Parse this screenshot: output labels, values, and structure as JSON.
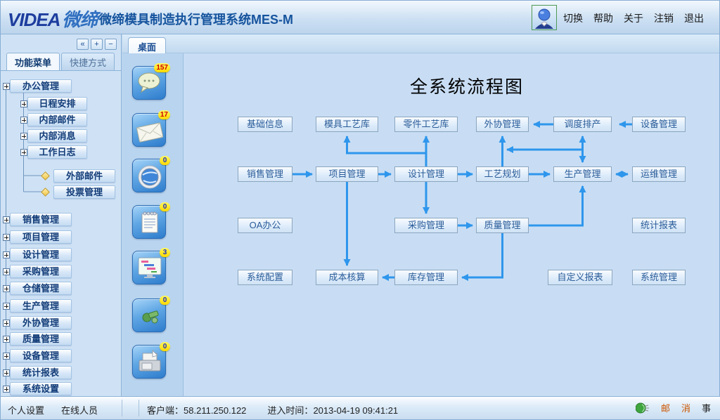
{
  "header": {
    "logo_en": "VIDEA",
    "logo_cn": "微缔",
    "title": "微缔模具制造执行管理系统MES-M",
    "links": [
      "切换",
      "帮助",
      "关于",
      "注销",
      "退出"
    ]
  },
  "sidebar": {
    "toolbar": {
      "collapse": "«",
      "plus": "+",
      "minus": "−"
    },
    "tabs": [
      "功能菜单",
      "快捷方式"
    ],
    "tree": {
      "root": "办公管理",
      "children": [
        "日程安排",
        "内部邮件",
        "内部消息",
        "工作日志"
      ],
      "leaves": [
        "外部邮件",
        "投票管理"
      ],
      "items": [
        "销售管理",
        "项目管理",
        "设计管理",
        "采购管理",
        "仓储管理",
        "生产管理",
        "外协管理",
        "质量管理",
        "设备管理",
        "统计报表",
        "系统设置"
      ]
    }
  },
  "icon_strip": [
    {
      "name": "chat",
      "badge": "157"
    },
    {
      "name": "mail",
      "badge": "17"
    },
    {
      "name": "web",
      "badge": "0"
    },
    {
      "name": "notes",
      "badge": "0"
    },
    {
      "name": "plan",
      "badge": "3"
    },
    {
      "name": "tools",
      "badge": "0"
    },
    {
      "name": "print",
      "badge": "0"
    }
  ],
  "main": {
    "tab": "桌面"
  },
  "flowchart": {
    "title": "全系统流程图",
    "nodes": [
      {
        "label": "基础信息"
      },
      {
        "label": "模具工艺库"
      },
      {
        "label": "零件工艺库"
      },
      {
        "label": "外协管理"
      },
      {
        "label": "调度排产"
      },
      {
        "label": "设备管理"
      },
      {
        "label": "销售管理"
      },
      {
        "label": "项目管理"
      },
      {
        "label": "设计管理"
      },
      {
        "label": "工艺规划"
      },
      {
        "label": "生产管理"
      },
      {
        "label": "运维管理"
      },
      {
        "label": "OA办公"
      },
      {
        "label": "采购管理"
      },
      {
        "label": "质量管理"
      },
      {
        "label": "统计报表"
      },
      {
        "label": "系统配置"
      },
      {
        "label": "成本核算"
      },
      {
        "label": "库存管理"
      },
      {
        "label": "自定义报表"
      },
      {
        "label": "系统管理"
      }
    ],
    "edges": [
      {
        "from": "销售管理",
        "to": "项目管理"
      },
      {
        "from": "项目管理",
        "to": "设计管理"
      },
      {
        "from": "设计管理",
        "to": "工艺规划"
      },
      {
        "from": "工艺规划",
        "to": "生产管理"
      },
      {
        "from": "生产管理",
        "to": "运维管理",
        "bidirectional": true
      },
      {
        "from": "设备管理",
        "to": "调度排产"
      },
      {
        "from": "调度排产",
        "to": "外协管理"
      },
      {
        "from": "调度排产",
        "to": "生产管理",
        "bidirectional": true
      },
      {
        "from": "工艺规划",
        "to": "外协管理"
      },
      {
        "from": "生产管理",
        "to": "外协管理"
      },
      {
        "from": "设计管理",
        "to": "零件工艺库"
      },
      {
        "from": "设计管理",
        "to": "模具工艺库"
      },
      {
        "from": "设计管理",
        "to": "采购管理"
      },
      {
        "from": "采购管理",
        "to": "质量管理"
      },
      {
        "from": "质量管理",
        "to": "生产管理"
      },
      {
        "from": "质量管理",
        "to": "库存管理"
      },
      {
        "from": "库存管理",
        "to": "成本核算"
      },
      {
        "from": "项目管理",
        "to": "成本核算"
      }
    ],
    "arrow_color": "#2e96ec"
  },
  "statusbar": {
    "links": [
      "个人设置",
      "在线人员"
    ],
    "client_label": "客户端：",
    "client_value": "58.211.250.122",
    "time_label": "进入时间：",
    "time_value": "2013-04-19 09:41:21",
    "right": [
      "邮",
      "消",
      "事"
    ]
  }
}
